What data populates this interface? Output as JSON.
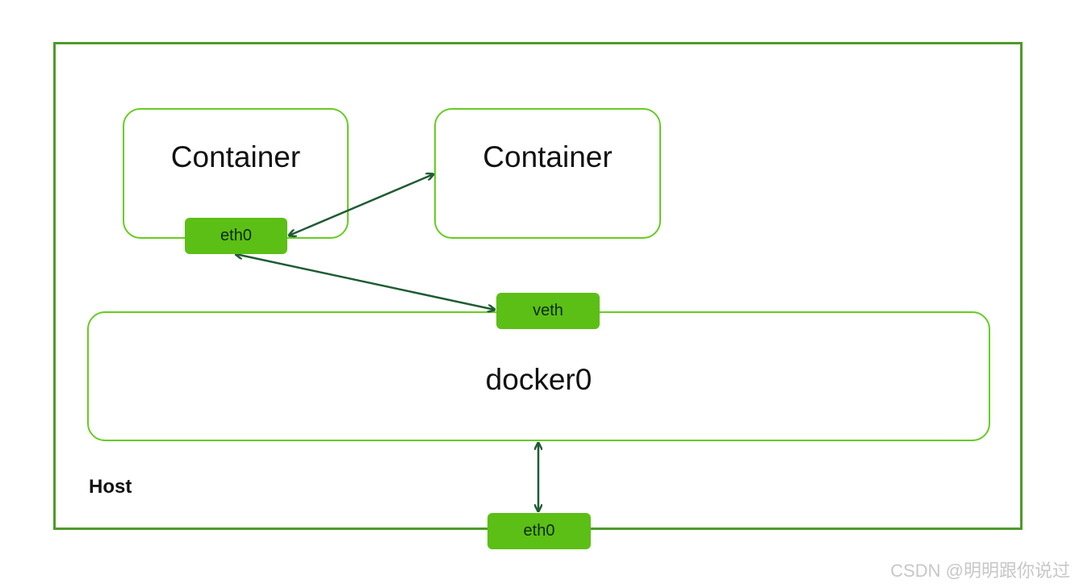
{
  "diagram": {
    "containers": [
      {
        "label": "Container"
      },
      {
        "label": "Container"
      }
    ],
    "container_interface": {
      "label": "eth0"
    },
    "veth": {
      "label": "veth"
    },
    "bridge": {
      "label": "docker0"
    },
    "host": {
      "label": "Host"
    },
    "host_interface": {
      "label": "eth0"
    }
  },
  "watermark": "CSDN @明明跟你说过",
  "colors": {
    "host_border": "#4f9a2a",
    "box_border": "#66cc22",
    "interface_fill": "#5cbf15",
    "arrow": "#1f5c34"
  }
}
